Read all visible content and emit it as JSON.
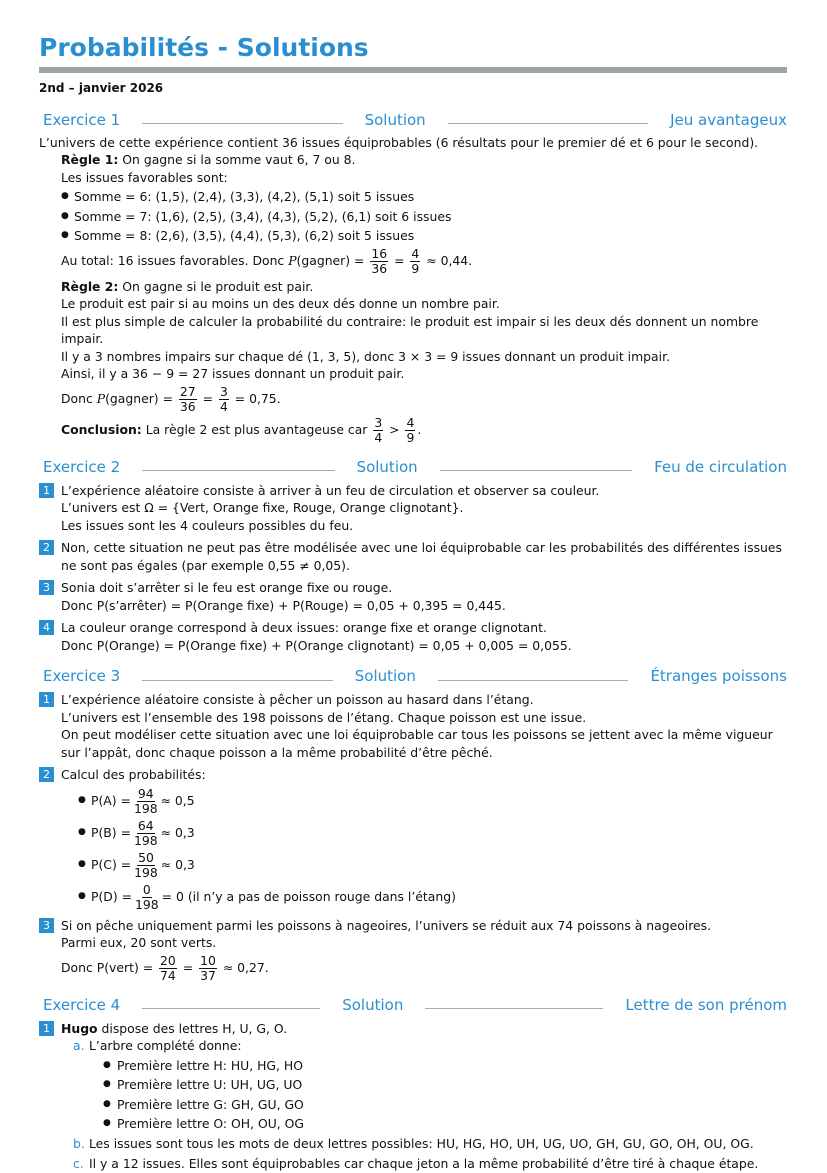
{
  "header": {
    "title": "Probabilités - Solutions",
    "date": "2nd – janvier 2026"
  },
  "ex1": {
    "label": "Exercice 1",
    "mid": "Solution",
    "name": "Jeu avantageux",
    "intro": "L’univers de cette expérience contient 36 issues équiprobables (6 résultats pour le premier dé et 6 pour le second).",
    "r1_label": "Règle 1:",
    "r1_text": " On gagne si la somme vaut 6, 7 ou 8.",
    "fav": "Les issues favorables sont:",
    "items": [
      "Somme = 6: (1,5), (2,4), (3,3), (4,2), (5,1) soit 5 issues",
      "Somme = 7: (1,6), (2,5), (3,4), (4,3), (5,2), (6,1) soit 6 issues",
      "Somme = 8: (2,6), (3,5), (4,4), (5,3), (6,2) soit 5 issues"
    ],
    "total_pre": "Au total: 16 issues favorables. Donc ",
    "P": "P",
    "gagner": "(gagner) = ",
    "f1n": "16",
    "f1d": "36",
    "eq": " = ",
    "f2n": "4",
    "f2d": "9",
    "approx1": " ≈ 0,44.",
    "r2_label": "Règle 2:",
    "r2_text": " On gagne si le produit est pair.",
    "l1": "Le produit est pair si au moins un des deux dés donne un nombre pair.",
    "l2": "Il est plus simple de calculer la probabilité du contraire: le produit est impair si les deux dés donnent un nombre impair.",
    "l3": "Il y a 3 nombres impairs sur chaque dé (1, 3, 5), donc 3 × 3 = 9 issues donnant un produit impair.",
    "l4": "Ainsi, il y a 36 − 9 = 27 issues donnant un produit pair.",
    "donc": "Donc ",
    "f3n": "27",
    "f3d": "36",
    "f4n": "3",
    "f4d": "4",
    "approx2": " = 0,75.",
    "c_label": "Conclusion:",
    "c_text": " La règle 2 est plus avantageuse car ",
    "gt": " > ",
    "dot": "."
  },
  "ex2": {
    "label": "Exercice 2",
    "mid": "Solution",
    "name": "Feu de circulation",
    "q1": [
      "L’expérience aléatoire consiste à arriver à un feu de circulation et observer sa couleur.",
      "L’univers est Ω = {Vert, Orange fixe, Rouge, Orange clignotant}.",
      "Les issues sont les 4 couleurs possibles du feu."
    ],
    "q2": "Non, cette situation ne peut pas être modélisée avec une loi équiprobable car les probabilités des différentes issues ne sont pas égales (par exemple 0,55 ≠ 0,05).",
    "q3": [
      "Sonia doit s’arrêter si le feu est orange fixe ou rouge.",
      "Donc P(s’arrêter) = P(Orange fixe) + P(Rouge) = 0,05 + 0,395 = 0,445."
    ],
    "q4": [
      "La couleur orange correspond à deux issues: orange fixe et orange clignotant.",
      "Donc P(Orange) = P(Orange fixe) + P(Orange clignotant) = 0,05 + 0,005 = 0,055."
    ]
  },
  "ex3": {
    "label": "Exercice 3",
    "mid": "Solution",
    "name": "Étranges poissons",
    "q1": [
      "L’expérience aléatoire consiste à pêcher un poisson au hasard dans l’étang.",
      "L’univers est l’ensemble des 198 poissons de l’étang. Chaque poisson est une issue.",
      "On peut modéliser cette situation avec une loi équiprobable car tous les poissons se jettent avec la même vigueur sur l’appât, donc chaque poisson a la même probabilité d’être pêché."
    ],
    "q2": "Calcul des probabilités:",
    "probs": [
      {
        "ev": "P(A) = ",
        "n": "94",
        "d": "198",
        "r": " ≈ 0,5"
      },
      {
        "ev": "P(B) = ",
        "n": "64",
        "d": "198",
        "r": " ≈ 0,3"
      },
      {
        "ev": "P(C) = ",
        "n": "50",
        "d": "198",
        "r": " ≈ 0,3"
      },
      {
        "ev": "P(D) = ",
        "n": "0",
        "d": "198",
        "r": " = 0 (il n’y a pas de poisson rouge dans l’étang)"
      }
    ],
    "q3": [
      "Si on pêche uniquement parmi les poissons à nageoires, l’univers se réduit aux 74 poissons à nageoires.",
      "Parmi eux, 20 sont verts."
    ],
    "q3_pre": "Donc P(vert) = ",
    "f1n": "20",
    "f1d": "74",
    "eq": " = ",
    "f2n": "10",
    "f2d": "37",
    "r": " ≈ 0,27."
  },
  "ex4": {
    "label": "Exercice 4",
    "mid": "Solution",
    "name": "Lettre de son prénom",
    "q1_bold": "Hugo",
    "q1_rest": " dispose des lettres H, U, G, O.",
    "a_letter": "a.",
    "a_text": "L’arbre complété donne:",
    "a_items": [
      "Première lettre H: HU, HG, HO",
      "Première lettre U: UH, UG, UO",
      "Première lettre G: GH, GU, GO",
      "Première lettre O: OH, OU, OG"
    ],
    "b_letter": "b.",
    "b_text": "Les issues sont tous les mots de deux lettres possibles: HU, HG, HO, UH, UG, UO, GH, GU, GO, OH, OU, OG.",
    "c_letter": "c.",
    "c_text": "Il y a 12 issues. Elles sont équiprobables car chaque jeton a la même probabilité d’être tiré à chaque étape."
  },
  "nums": [
    "1",
    "2",
    "3",
    "4"
  ]
}
